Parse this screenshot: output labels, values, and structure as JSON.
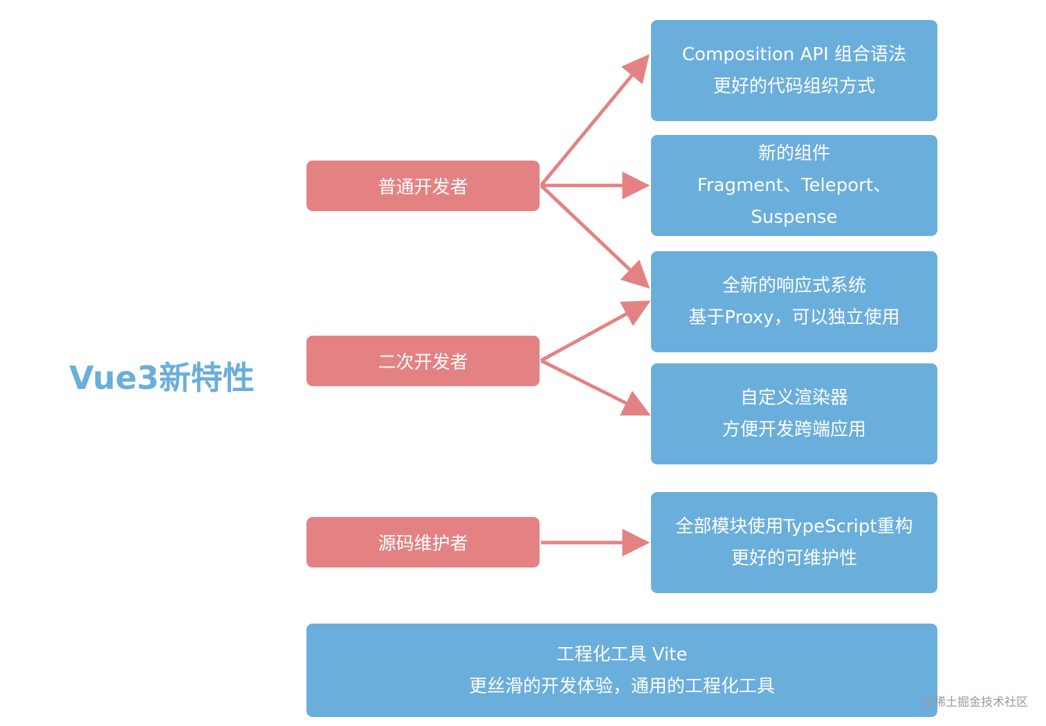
{
  "title": "Vue3新特性",
  "roles": {
    "regular": "普通开发者",
    "secondary": "二次开发者",
    "maintainer": "源码维护者"
  },
  "features": {
    "composition": [
      "Composition API 组合语法",
      "更好的代码组织方式"
    ],
    "components": [
      "新的组件",
      "Fragment、Teleport、",
      "Suspense"
    ],
    "reactivity": [
      "全新的响应式系统",
      "基于Proxy，可以独立使用"
    ],
    "renderer": [
      "自定义渲染器",
      "方便开发跨端应用"
    ],
    "typescript": [
      "全部模块使用TypeScript重构",
      "更好的可维护性"
    ],
    "vite": [
      "工程化工具 Vite",
      "更丝滑的开发体验，通用的工程化工具"
    ]
  },
  "watermark": "@稀土掘金技术社区",
  "colors": {
    "role_box": "#e48283",
    "feature_box": "#6aaedc",
    "arrow": "#e48283",
    "title": "#6aaedc"
  }
}
